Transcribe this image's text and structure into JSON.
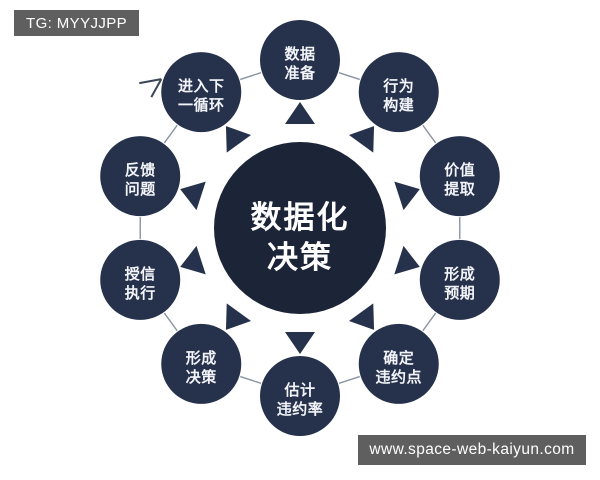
{
  "watermarks": {
    "top_left": "TG: MYYJJPP",
    "bottom_right": "www.space-web-kaiyun.com"
  },
  "colors": {
    "background": "#ffffff",
    "center_circle": "#1c2437",
    "node_circle": "#26314b",
    "arrow": "#26314b",
    "connector_line": "#8a93a4",
    "text": "#f2f4f8",
    "watermark_bg": "#5f5f5f"
  },
  "diagram": {
    "type": "cycle",
    "center": {
      "line1": "数据化",
      "line2": "决策"
    },
    "nodes": [
      {
        "index": 1,
        "line1": "数据",
        "line2": "准备",
        "angle_deg": -90
      },
      {
        "index": 2,
        "line1": "行为",
        "line2": "构建",
        "angle_deg": -54
      },
      {
        "index": 3,
        "line1": "价值",
        "line2": "提取",
        "angle_deg": -18
      },
      {
        "index": 4,
        "line1": "形成",
        "line2": "预期",
        "angle_deg": 18
      },
      {
        "index": 5,
        "line1": "确定",
        "line2": "违约点",
        "angle_deg": 54
      },
      {
        "index": 6,
        "line1": "估计",
        "line2": "违约率",
        "angle_deg": 90
      },
      {
        "index": 7,
        "line1": "形成",
        "line2": "决策",
        "angle_deg": 126
      },
      {
        "index": 8,
        "line1": "授信",
        "line2": "执行",
        "angle_deg": 162
      },
      {
        "index": 9,
        "line1": "反馈",
        "line2": "问题",
        "angle_deg": 198
      },
      {
        "index": 10,
        "line1": "进入下",
        "line2": "一循环",
        "angle_deg": 234
      }
    ]
  }
}
